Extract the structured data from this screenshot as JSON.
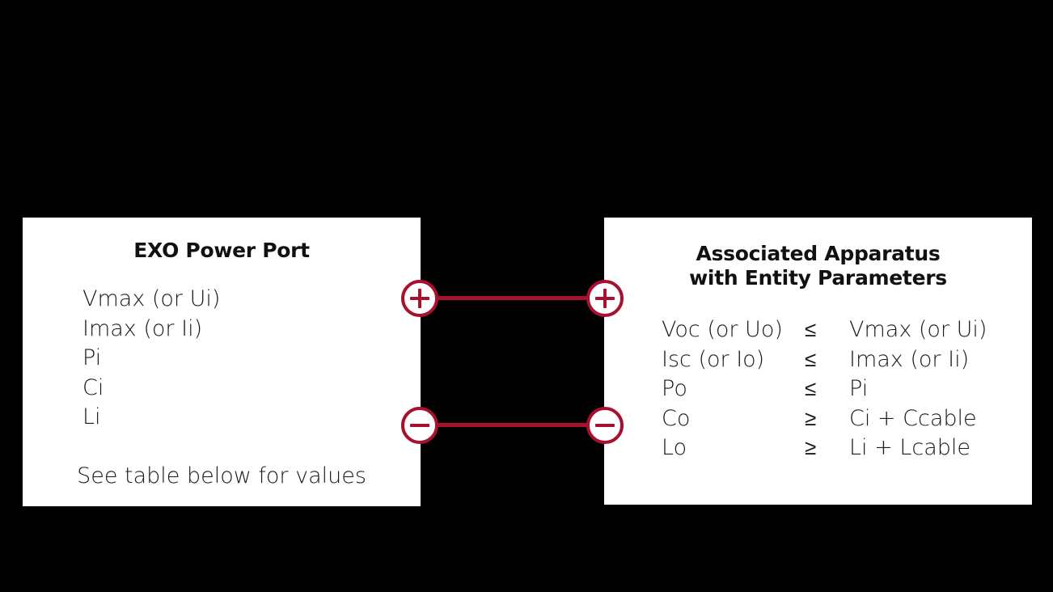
{
  "canvas": {
    "background_color": "#000000",
    "panel_color": "#FFFFFF",
    "accent_color": "#A81030",
    "text_color": "#1a1a1a"
  },
  "left_panel": {
    "title": "EXO Power Port",
    "parameters": [
      "Vmax (or Ui)",
      "Imax (or Ii)",
      "Pi",
      "Ci",
      "Li"
    ],
    "note": "See table below for values"
  },
  "right_panel": {
    "title_line1": "Associated Apparatus",
    "title_line2": "with Entity Parameters",
    "rows": [
      {
        "lhs": "Voc (or Uo)",
        "op": "≤",
        "rhs": "Vmax (or Ui)"
      },
      {
        "lhs": "Isc (or Io)",
        "op": "≤",
        "rhs": "Imax (or Ii)"
      },
      {
        "lhs": "Po",
        "op": "≤",
        "rhs": "Pi"
      },
      {
        "lhs": "Co",
        "op": "≥",
        "rhs": "Ci + Ccable"
      },
      {
        "lhs": "Lo",
        "op": "≥",
        "rhs": "Li + Lcable"
      }
    ]
  },
  "connectors": {
    "positive": {
      "symbol": "+",
      "label": "positive-terminal"
    },
    "negative": {
      "symbol": "−",
      "label": "negative-terminal"
    }
  }
}
